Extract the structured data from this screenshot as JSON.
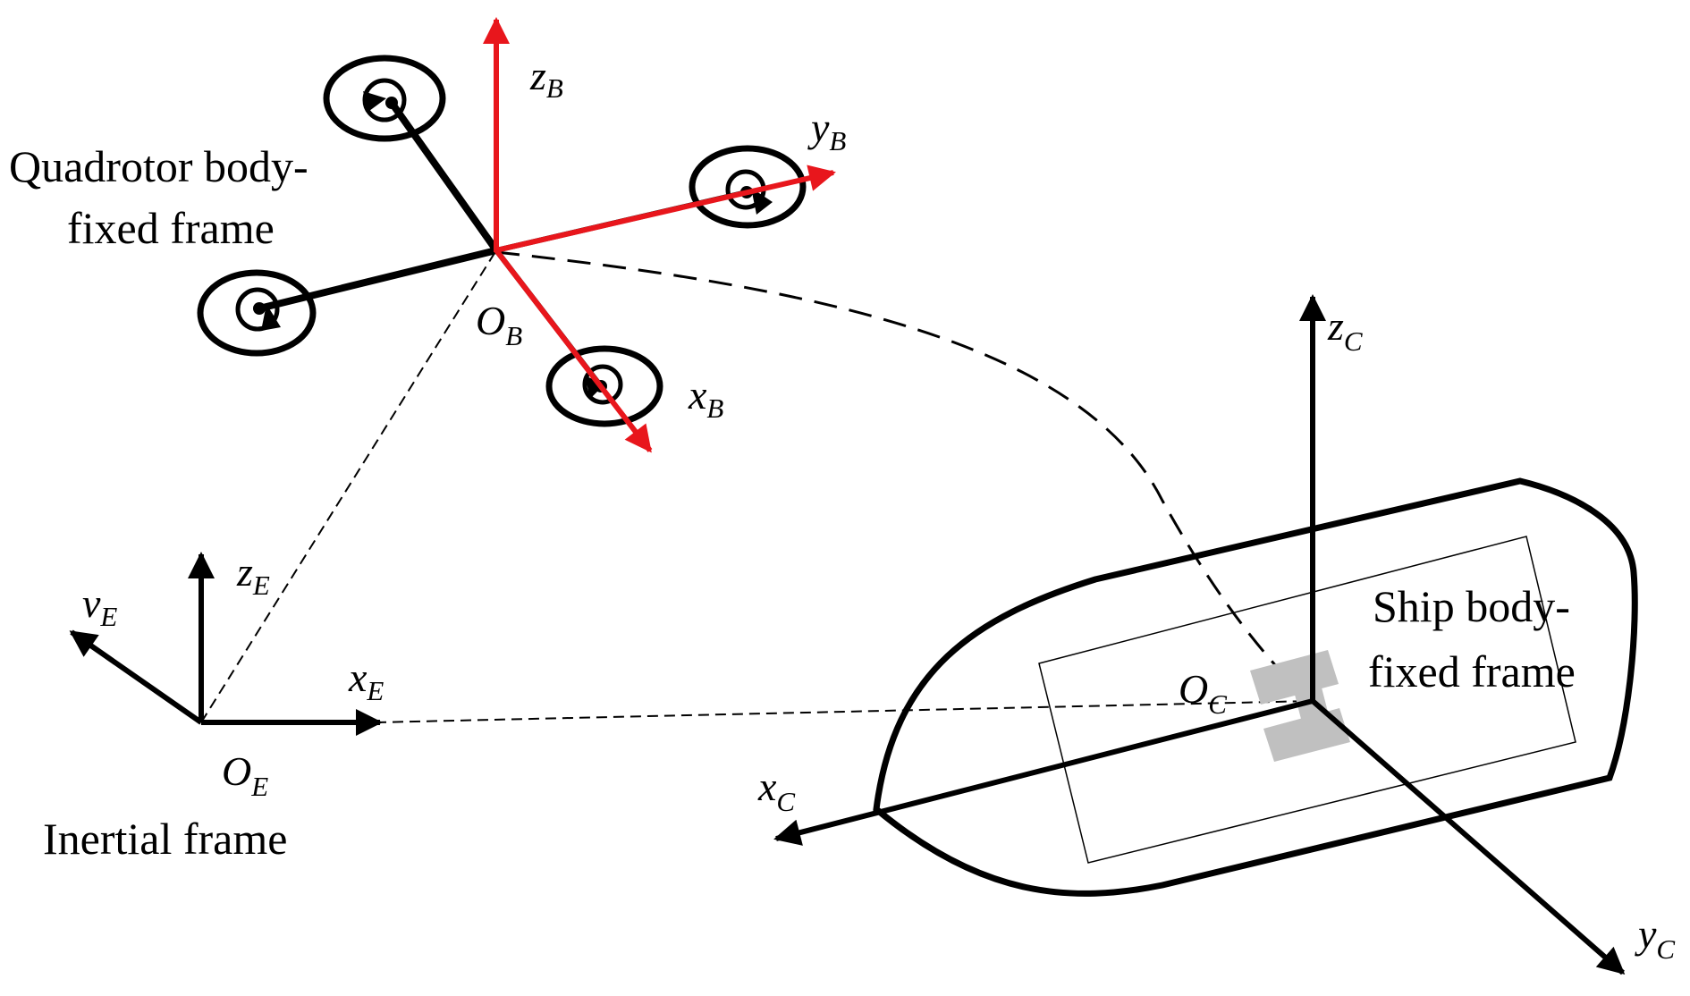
{
  "colors": {
    "ink": "#000000",
    "body_axes": "#e8161c",
    "landing_pad": "#c0c0c0"
  },
  "frames": {
    "quadrotor": {
      "title_line1": "Quadrotor body-",
      "title_line2": "fixed frame",
      "origin": {
        "main": "O",
        "sub": "B"
      },
      "x_axis": {
        "main": "x",
        "sub": "B"
      },
      "y_axis": {
        "main": "y",
        "sub": "B"
      },
      "z_axis": {
        "main": "z",
        "sub": "B"
      }
    },
    "inertial": {
      "title": "Inertial frame",
      "origin": {
        "main": "O",
        "sub": "E"
      },
      "x_axis": {
        "main": "x",
        "sub": "E"
      },
      "y_axis": {
        "main": "v",
        "sub": "E"
      },
      "z_axis": {
        "main": "z",
        "sub": "E"
      }
    },
    "ship": {
      "title_line1": "Ship body-",
      "title_line2": "fixed frame",
      "origin": {
        "main": "O",
        "sub": "C"
      },
      "x_axis": {
        "main": "x",
        "sub": "C"
      },
      "y_axis": {
        "main": "y",
        "sub": "C"
      },
      "z_axis": {
        "main": "z",
        "sub": "C"
      }
    }
  }
}
